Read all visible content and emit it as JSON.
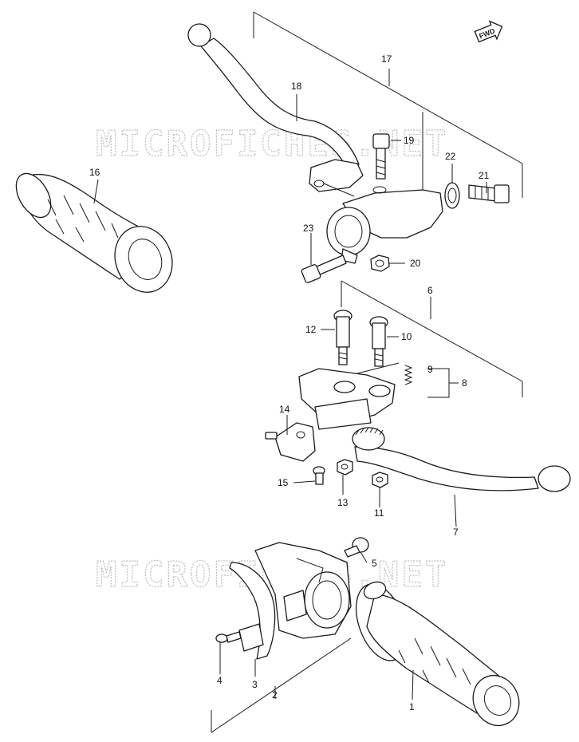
{
  "watermark": "MICROFICHES.NET",
  "fwd_label": "FWD",
  "callouts": [
    "1",
    "2",
    "3",
    "4",
    "5",
    "6",
    "7",
    "8",
    "9",
    "10",
    "11",
    "12",
    "13",
    "14",
    "15",
    "16",
    "17",
    "18",
    "19",
    "20",
    "21",
    "22",
    "23"
  ],
  "colors": {
    "line": "#1a1a1a",
    "watermark": "#bdbdbd",
    "background": "#ffffff"
  }
}
